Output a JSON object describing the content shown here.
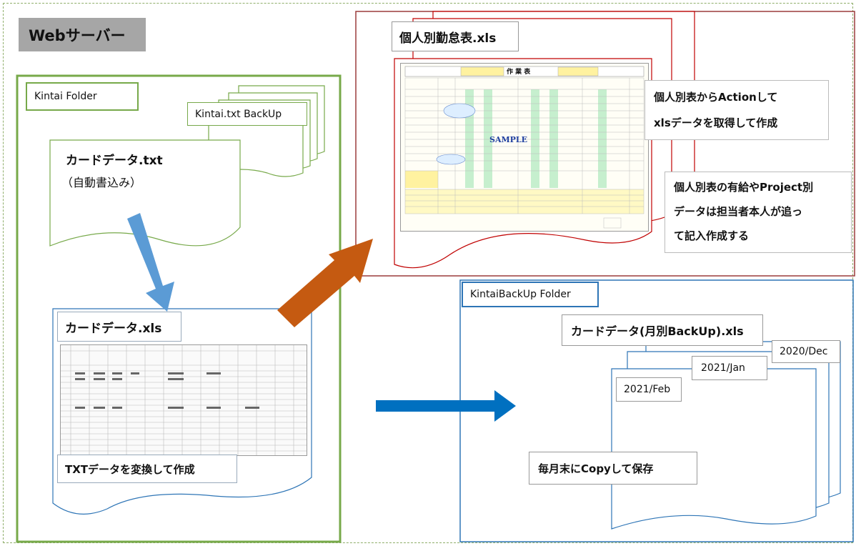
{
  "server_title": "Webサーバー",
  "kintai_folder": {
    "label": "Kintai Folder",
    "backup_label": "Kintai.txt BackUp",
    "card_txt_title": "カードデータ.txt",
    "card_txt_sub": "（自動書込み）",
    "card_xls_title": "カードデータ.xls",
    "card_xls_note": "TXTデータを変換して作成"
  },
  "personal_sheet": {
    "title": "個人別勤怠表.xls",
    "note1_line1": "個人別表からActionして",
    "note1_line2": "xlsデータを取得して作成",
    "note2_line1": "個人別表の有給やProject別",
    "note2_line2": "データは担当者本人が追っ",
    "note2_line3": "て記入作成する",
    "thumb_stamp": "SAMPLE",
    "thumb_header": "作 業 表"
  },
  "backup_folder": {
    "label": "KintaiBackUp Folder",
    "file_title": "カードデータ(月別BackUp).xls",
    "month1": "2020/Dec",
    "month2": "2021/Jan",
    "month3": "2021/Feb",
    "note": "毎月末にCopyして保存"
  },
  "colors": {
    "green": "#77a94a",
    "blue_border": "#2e75b6",
    "red_border": "#b03030",
    "arrow_blue": "#0070c0",
    "arrow_lightblue": "#5b9bd5",
    "arrow_orange": "#c55a11"
  }
}
